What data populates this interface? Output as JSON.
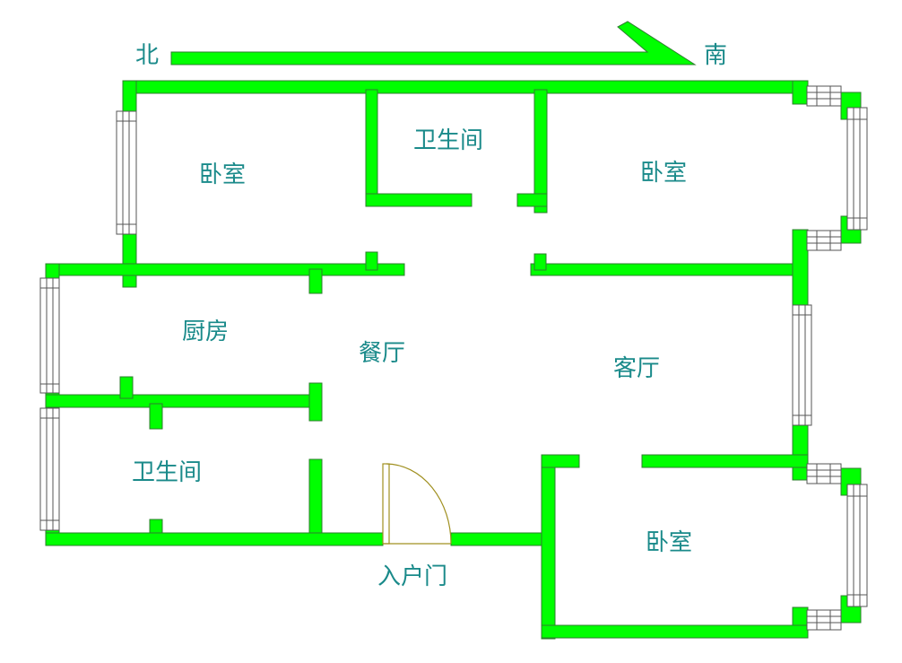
{
  "compass": {
    "north": "北",
    "south": "南"
  },
  "rooms": {
    "bedroom_nw": "卧室",
    "bathroom_top": "卫生间",
    "bedroom_ne": "卧室",
    "kitchen": "厨房",
    "dining": "餐厅",
    "living": "客厅",
    "bathroom_sw": "卫生间",
    "bedroom_se": "卧室"
  },
  "entrance": "入户门",
  "colors": {
    "wall": "#00ff00",
    "label": "#1a8a8a",
    "door": "#a09020"
  }
}
